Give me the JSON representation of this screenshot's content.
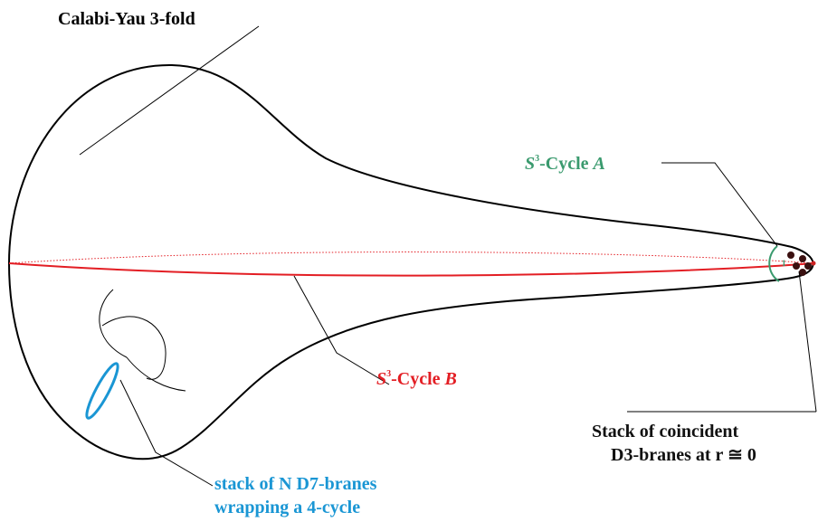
{
  "title": "Calabi-Yau 3-fold",
  "cycle_a": {
    "symbol": "S",
    "superscript": "3",
    "text": "-Cycle ",
    "letter": "A",
    "color": "#3a9a6e"
  },
  "cycle_b": {
    "symbol": "S",
    "superscript": "3",
    "text": "-Cycle ",
    "letter": "B",
    "color": "#e31e24"
  },
  "d7": {
    "line1": "stack of N D7-branes",
    "line2": "wrapping a 4-cycle",
    "color": "#1a96d4"
  },
  "d3": {
    "line1": "Stack of coincident",
    "line2": "D3-branes at r ≅ 0",
    "marker": "1",
    "color": "#111111"
  },
  "colors": {
    "outline": "#000000",
    "d3_brane_fill": "#3a1010",
    "d3_brane_tip": "#cc2222"
  }
}
